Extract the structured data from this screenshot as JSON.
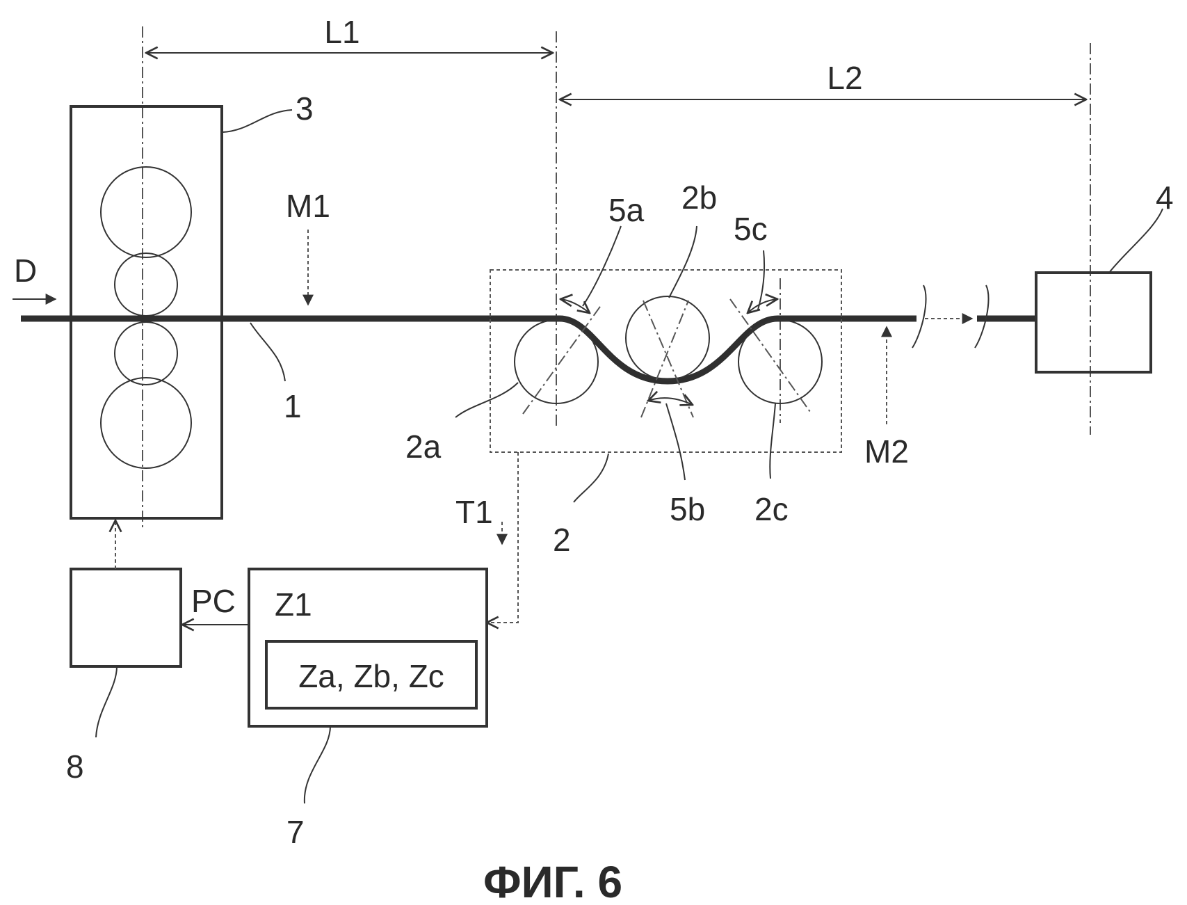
{
  "figure": {
    "caption": "ФИГ. 6",
    "labels": {
      "L1": "L1",
      "L2": "L2",
      "n3": "3",
      "n4": "4",
      "M1": "M1",
      "M2": "M2",
      "D": "D",
      "n1": "1",
      "n5a": "5a",
      "n2b": "2b",
      "n5c": "5c",
      "n2a": "2a",
      "n5b": "5b",
      "n2c": "2c",
      "n2": "2",
      "T1": "T1",
      "PC": "PC",
      "Z1": "Z1",
      "Zabc": "Za, Zb, Zc",
      "n8": "8",
      "n7": "7"
    }
  }
}
